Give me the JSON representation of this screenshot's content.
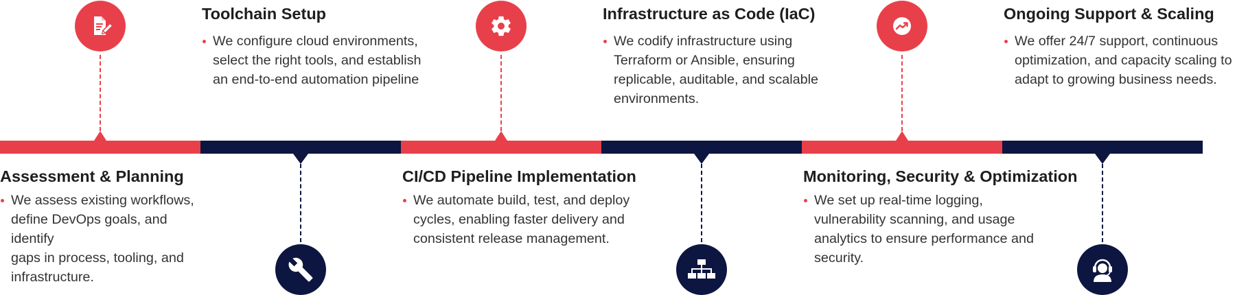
{
  "colors": {
    "red": "#e8404a",
    "navy": "#0d1640"
  },
  "steps": [
    {
      "title": "Assessment & Planning",
      "color": "red",
      "icon": "document-edit-icon",
      "lines": [
        "We assess existing workflows,",
        "define DevOps goals, and identify",
        "gaps in process, tooling, and",
        "infrastructure."
      ]
    },
    {
      "title": "Toolchain Setup",
      "color": "navy",
      "icon": "wrench-icon",
      "lines": [
        "We configure cloud environments,",
        "select the right tools, and establish",
        "an end-to-end automation pipeline"
      ]
    },
    {
      "title": "CI/CD Pipeline Implementation",
      "color": "red",
      "icon": "gear-icon",
      "lines": [
        "We automate build, test, and deploy",
        "cycles, enabling faster delivery and",
        "consistent release management."
      ]
    },
    {
      "title": "Infrastructure as Code (IaC)",
      "color": "navy",
      "icon": "sitemap-icon",
      "lines": [
        "We codify infrastructure using",
        "Terraform or Ansible, ensuring",
        "replicable, auditable, and scalable",
        "environments."
      ]
    },
    {
      "title": "Monitoring, Security & Optimization",
      "color": "red",
      "icon": "trend-up-icon",
      "lines": [
        "We set up real-time logging,",
        "vulnerability scanning, and usage",
        "analytics to ensure performance and",
        "security."
      ]
    },
    {
      "title": "Ongoing Support & Scaling",
      "color": "navy",
      "icon": "headset-support-icon",
      "lines": [
        "We offer 24/7 support, continuous",
        "optimization, and capacity scaling to",
        "adapt to growing business needs."
      ]
    }
  ]
}
